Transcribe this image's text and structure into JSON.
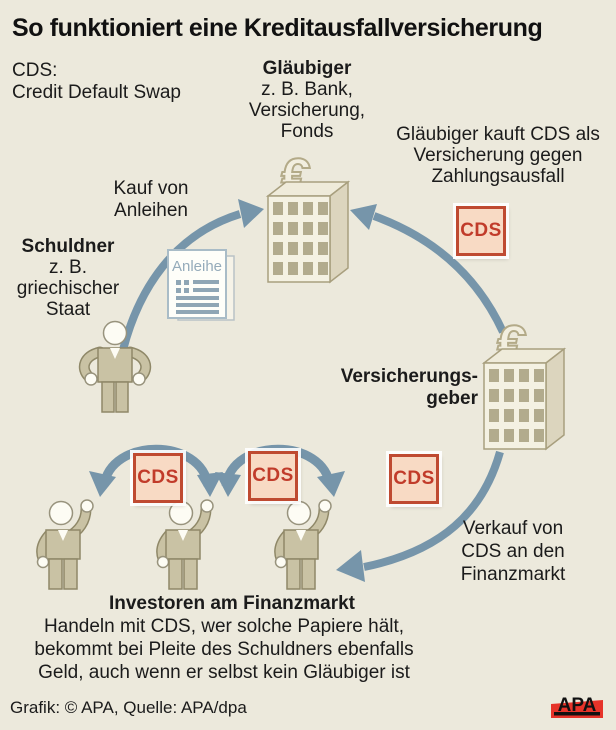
{
  "colors": {
    "background": "#ECE9DC",
    "arrow": "#7695AA",
    "badge_bg": "#F8DAC4",
    "badge_border": "#BF4A31",
    "badge_text": "#C13B2A",
    "apa_red": "#E63329",
    "building_tan": "#B2AB8D",
    "figure_khaki": "#C9C2A4"
  },
  "header": {
    "title": "So funktioniert eine Kreditausfallversicherung",
    "cds_definition": "CDS:\nCredit Default Swap"
  },
  "nodes": {
    "glaeubiger": {
      "name": "Gläubiger",
      "description": "z. B. Bank,\nVersicherung,\nFonds"
    },
    "schuldner": {
      "name": "Schuldner",
      "description": "z. B.\ngriechischer\nStaat"
    },
    "versicherungsgeber": {
      "name": "Versicherungs-\ngeber"
    },
    "investoren": {
      "name": "Investoren am Finanzmarkt",
      "description": "Handeln mit CDS, wer solche Papiere hält,\nbekommt bei Pleite des Schuldners ebenfalls\nGeld, auch wenn er selbst kein Gläubiger ist"
    }
  },
  "annotations": {
    "kauf_von_anleihen": "Kauf von\nAnleihen",
    "glaeubiger_kauft": "Gläubiger kauft CDS als\nVersicherung gegen\nZahlungsausfall",
    "verkauf": "Verkauf von\nCDS an den\nFinanzmarkt"
  },
  "labels": {
    "anleihe": "Anleihe",
    "cds_badge": "CDS"
  },
  "footer": {
    "credit": "Grafik: © APA, Quelle: APA/dpa",
    "logo": "APA"
  }
}
